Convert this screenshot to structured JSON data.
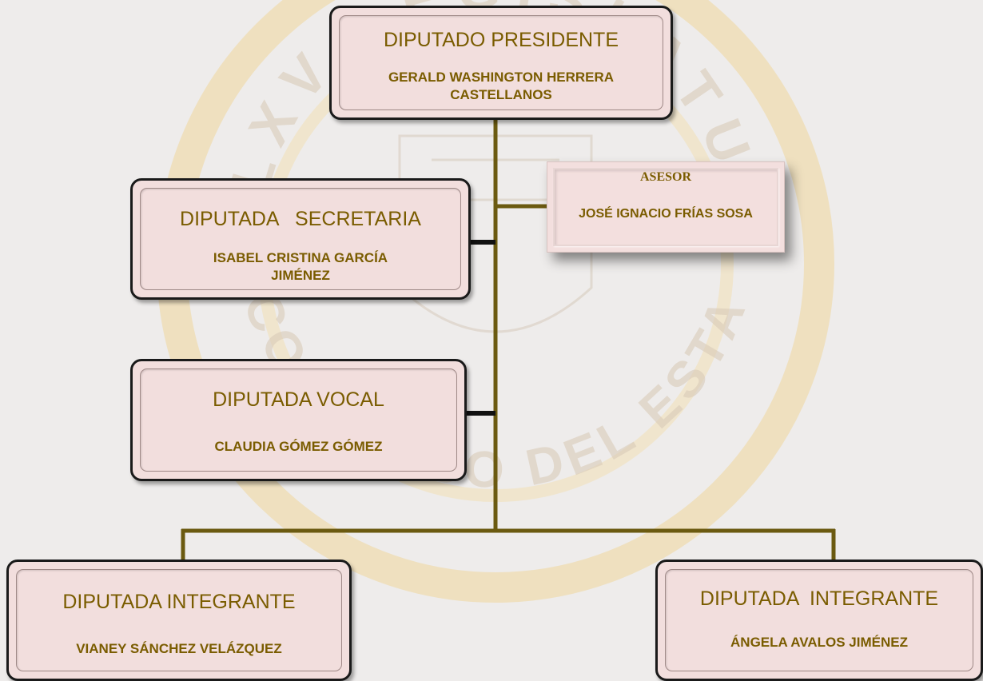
{
  "colors": {
    "background": "#eeeceb",
    "box_fill": "#f2dedd",
    "box_border": "#1a1a1a",
    "text": "#7a5c00",
    "connector": "#6b5a10",
    "watermark": "#ead8a8"
  },
  "president": {
    "title": "DIPUTADO PRESIDENTE",
    "name": "GERALD WASHINGTON HERRERA CASTELLANOS"
  },
  "advisor": {
    "role": "ASESOR",
    "name": "JOSÉ IGNACIO FRÍAS SOSA"
  },
  "secretary": {
    "title": "DIPUTADA   SECRETARIA",
    "name": "ISABEL CRISTINA GARCÍA JIMÉNEZ"
  },
  "vocal": {
    "title": "DIPUTADA VOCAL",
    "name": "CLAUDIA GÓMEZ GÓMEZ"
  },
  "member_left": {
    "title": "DIPUTADA INTEGRANTE",
    "name": "VIANEY SÁNCHEZ VELÁZQUEZ"
  },
  "member_right": {
    "title": "DIPUTADA  INTEGRANTE",
    "name": "ÁNGELA AVALOS JIMÉNEZ"
  },
  "watermark_seal": {
    "ring_text_top": "LXV LEGISLATURA",
    "ring_text_bottom": "CONGRESO DEL ESTADO DE TABASCO"
  }
}
